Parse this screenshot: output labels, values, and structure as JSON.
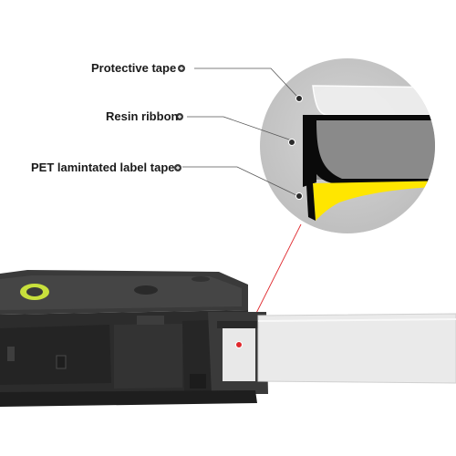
{
  "callouts": {
    "protective_tape": "Protective tape",
    "resin_ribbon": "Resin ribbon",
    "pet_label_tape": "PET lamintated label tape"
  },
  "icons": {
    "bullet": "plus-circle-icon",
    "marker": "dot-marker-icon"
  },
  "colors": {
    "magnifier_fill": "#c8c8c8",
    "ribbon_black": "#0a0a0a",
    "ribbon_gray": "#8a8a8a",
    "label_yellow": "#ffe600",
    "cassette_dark": "#2e2e2e",
    "cassette_mid": "#3c3c3c",
    "spool_green": "#c8e03c",
    "pointer_red": "#e0282d"
  }
}
